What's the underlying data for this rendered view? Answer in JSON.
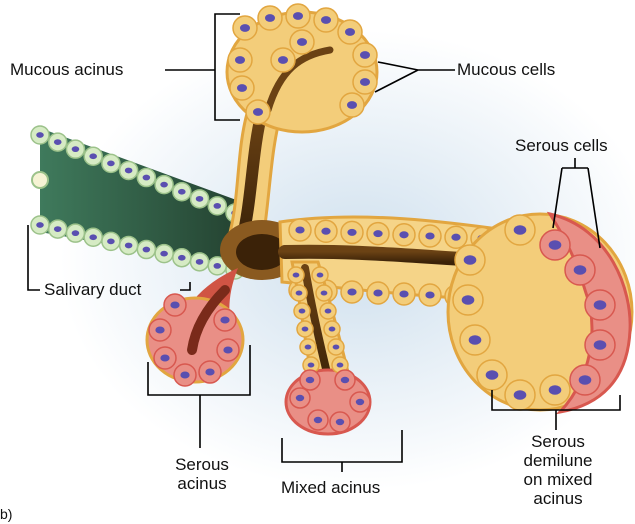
{
  "labels": {
    "mucous_acinus": "Mucous acinus",
    "mucous_cells": "Mucous cells",
    "serous_cells": "Serous cells",
    "salivary_duct": "Salivary duct",
    "serous_acinus": [
      "Serous",
      "acinus"
    ],
    "mixed_acinus": "Mixed acinus",
    "serous_demilune": [
      "Serous",
      "demilune",
      "on mixed",
      "acinus"
    ],
    "panel_letter": "b)"
  },
  "colors": {
    "background_glow": "#dde9f3",
    "mucous_cell": "#f3cd7a",
    "mucous_cell_edge": "#e2a640",
    "serous_cell": "#e98f86",
    "serous_cell_edge": "#d8584f",
    "nucleus": "#5a4fb0",
    "duct_lumen": "#2e5a44",
    "lumen": "#5a3510",
    "duct_cell": "#d6ebc4",
    "leader_line": "#000000"
  }
}
